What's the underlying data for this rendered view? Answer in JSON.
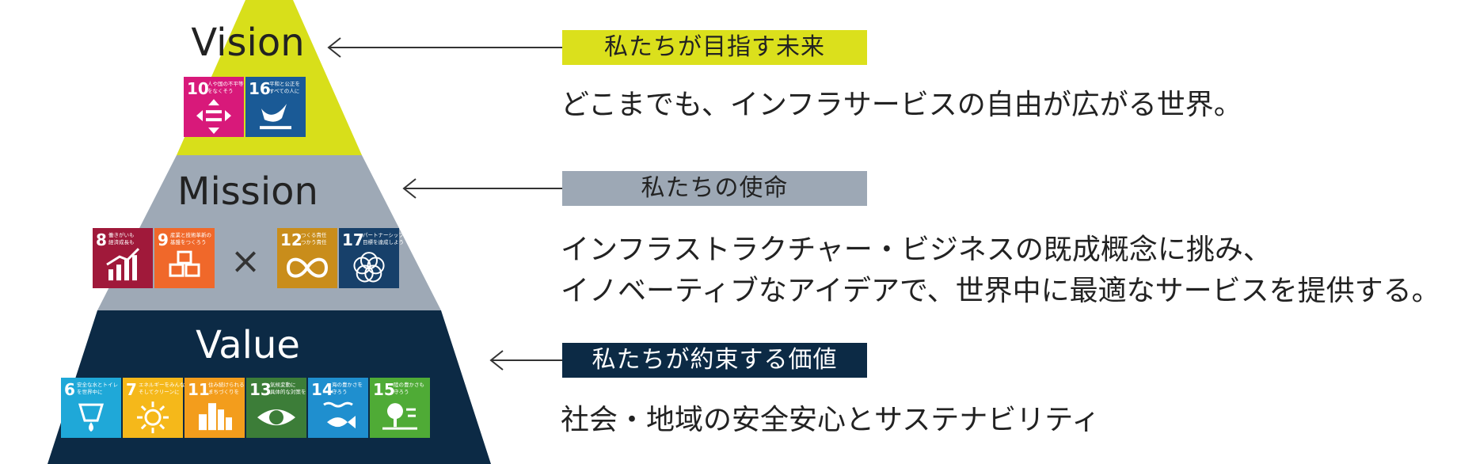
{
  "tiers": {
    "vision": {
      "label": "Vision",
      "tag": "私たちが目指す未来",
      "tag_bg": "#dbe01c",
      "tag_fg": "#222222",
      "description": [
        "どこまでも、インフラサービスの自由が広がる世界。"
      ],
      "band_color": "#d8df1a",
      "icons": [
        {
          "num": "10",
          "caption": [
            "人や国の不平等",
            "をなくそう"
          ],
          "color": "#d8197a",
          "icon": "equality-arrows-icon"
        },
        {
          "num": "16",
          "caption": [
            "平和と公正を",
            "すべての人に"
          ],
          "color": "#1a5a96",
          "icon": "dove-icon"
        }
      ]
    },
    "mission": {
      "label": "Mission",
      "tag": "私たちの使命",
      "tag_bg": "#9da8b5",
      "tag_fg": "#222222",
      "description": [
        "インフラストラクチャー・ビジネスの既成概念に挑み、",
        "イノベーティブなアイデアで、世界中に最適なサービスを提供する。"
      ],
      "band_color": "#9ea9b6",
      "multiply_symbol": "×",
      "icons_left": [
        {
          "num": "8",
          "caption": [
            "働きがいも",
            "経済成長も"
          ],
          "color": "#a0193a",
          "icon": "growth-chart-icon"
        },
        {
          "num": "9",
          "caption": [
            "産業と技術革新の",
            "基盤をつくろう"
          ],
          "color": "#f0682a",
          "icon": "cubes-icon"
        }
      ],
      "icons_right": [
        {
          "num": "12",
          "caption": [
            "つくる責任",
            "つかう責任"
          ],
          "color": "#c98d1b",
          "icon": "infinity-icon"
        },
        {
          "num": "17",
          "caption": [
            "パートナーシップで",
            "目標を達成しよう"
          ],
          "color": "#17406a",
          "icon": "flower-rings-icon"
        }
      ]
    },
    "value": {
      "label": "Value",
      "tag": "私たちが約束する価値",
      "tag_bg": "#0c2a45",
      "tag_fg": "#ffffff",
      "description": [
        "社会・地域の安全安心とサステナビリティ"
      ],
      "band_color": "#0c2a45",
      "icons": [
        {
          "num": "6",
          "caption": [
            "安全な水とトイレ",
            "を世界中に"
          ],
          "color": "#1fa8d8",
          "icon": "water-drop-icon"
        },
        {
          "num": "7",
          "caption": [
            "エネルギーをみんなに",
            "そしてクリーンに"
          ],
          "color": "#f5b81a",
          "icon": "sun-icon"
        },
        {
          "num": "11",
          "caption": [
            "住み続けられる",
            "まちづくりを"
          ],
          "color": "#f39d1c",
          "icon": "city-icon"
        },
        {
          "num": "13",
          "caption": [
            "気候変動に",
            "具体的な対策を"
          ],
          "color": "#3c7d38",
          "icon": "eye-globe-icon"
        },
        {
          "num": "14",
          "caption": [
            "海の豊かさを",
            "守ろう"
          ],
          "color": "#1f8fcf",
          "icon": "fish-icon"
        },
        {
          "num": "15",
          "caption": [
            "陸の豊かさも",
            "守ろう"
          ],
          "color": "#4fab36",
          "icon": "tree-icon"
        }
      ]
    }
  }
}
